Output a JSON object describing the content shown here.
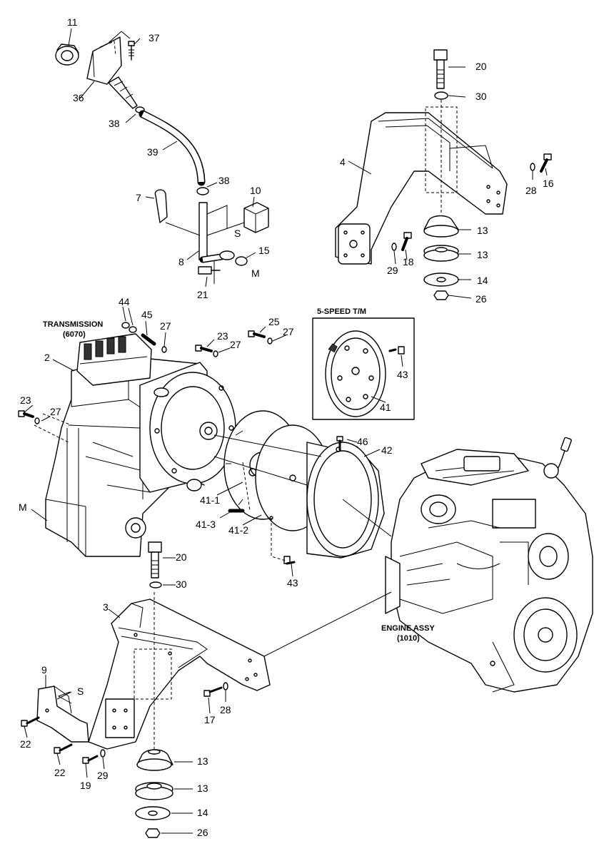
{
  "headings": {
    "transmission_1": "TRANSMISSION",
    "transmission_2": "(6070)",
    "speed_box": "5-SPEED T/M",
    "engine_1": "ENGINE ASSY",
    "engine_2": "(1010)"
  },
  "callouts": [
    {
      "id": "c-11",
      "text": "11"
    },
    {
      "id": "c-37",
      "text": "37"
    },
    {
      "id": "c-36",
      "text": "36"
    },
    {
      "id": "c-38a",
      "text": "38"
    },
    {
      "id": "c-39",
      "text": "39"
    },
    {
      "id": "c-38b",
      "text": "38"
    },
    {
      "id": "c-10",
      "text": "10"
    },
    {
      "id": "c-7",
      "text": "7"
    },
    {
      "id": "c-s1",
      "text": "S"
    },
    {
      "id": "c-8",
      "text": "8"
    },
    {
      "id": "c-15",
      "text": "15"
    },
    {
      "id": "c-m1",
      "text": "M"
    },
    {
      "id": "c-21",
      "text": "21"
    },
    {
      "id": "c-20a",
      "text": "20"
    },
    {
      "id": "c-30a",
      "text": "30"
    },
    {
      "id": "c-4",
      "text": "4"
    },
    {
      "id": "c-28a",
      "text": "28"
    },
    {
      "id": "c-16",
      "text": "16"
    },
    {
      "id": "c-13a",
      "text": "13"
    },
    {
      "id": "c-29a",
      "text": "29"
    },
    {
      "id": "c-18",
      "text": "18"
    },
    {
      "id": "c-13b",
      "text": "13"
    },
    {
      "id": "c-14a",
      "text": "14"
    },
    {
      "id": "c-26a",
      "text": "26"
    },
    {
      "id": "c-44",
      "text": "44"
    },
    {
      "id": "c-45",
      "text": "45"
    },
    {
      "id": "c-27a",
      "text": "27"
    },
    {
      "id": "c-23a",
      "text": "23"
    },
    {
      "id": "c-25",
      "text": "25"
    },
    {
      "id": "c-27b",
      "text": "27"
    },
    {
      "id": "c-27c",
      "text": "27"
    },
    {
      "id": "c-2",
      "text": "2"
    },
    {
      "id": "c-23b",
      "text": "23"
    },
    {
      "id": "c-27d",
      "text": "27"
    },
    {
      "id": "c-43a",
      "text": "43"
    },
    {
      "id": "c-41",
      "text": "41"
    },
    {
      "id": "c-46",
      "text": "46"
    },
    {
      "id": "c-42",
      "text": "42"
    },
    {
      "id": "c-41-1",
      "text": "41-1"
    },
    {
      "id": "c-m2",
      "text": "M"
    },
    {
      "id": "c-41-3",
      "text": "41-3"
    },
    {
      "id": "c-41-2",
      "text": "41-2"
    },
    {
      "id": "c-20b",
      "text": "20"
    },
    {
      "id": "c-30b",
      "text": "30"
    },
    {
      "id": "c-43b",
      "text": "43"
    },
    {
      "id": "c-3",
      "text": "3"
    },
    {
      "id": "c-9",
      "text": "9"
    },
    {
      "id": "c-s2",
      "text": "S"
    },
    {
      "id": "c-17",
      "text": "17"
    },
    {
      "id": "c-28b",
      "text": "28"
    },
    {
      "id": "c-22a",
      "text": "22"
    },
    {
      "id": "c-22b",
      "text": "22"
    },
    {
      "id": "c-19",
      "text": "19"
    },
    {
      "id": "c-29b",
      "text": "29"
    },
    {
      "id": "c-13c",
      "text": "13"
    },
    {
      "id": "c-13d",
      "text": "13"
    },
    {
      "id": "c-14b",
      "text": "14"
    },
    {
      "id": "c-26b",
      "text": "26"
    }
  ]
}
